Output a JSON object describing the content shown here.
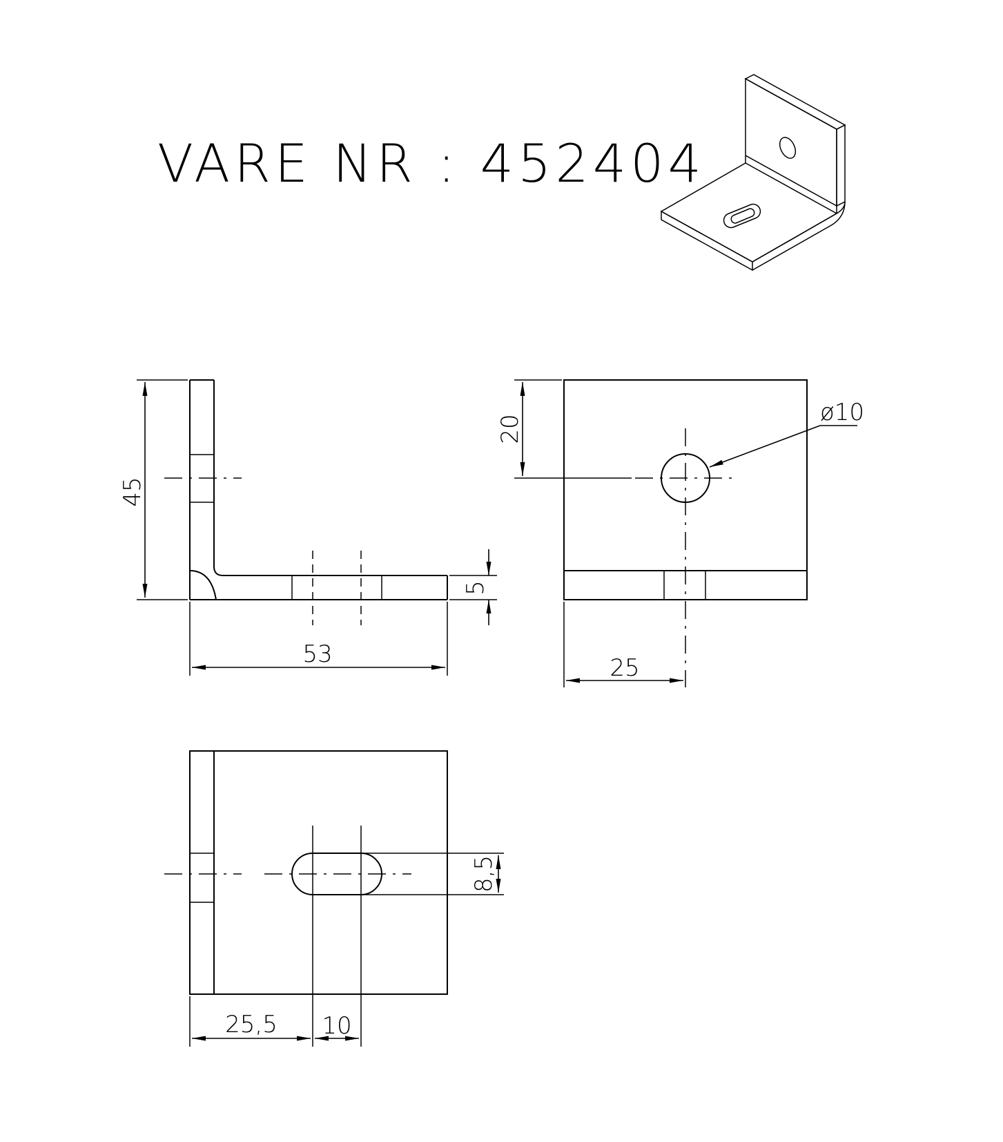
{
  "title": "VARE NR : 452404",
  "dimensions": {
    "height_45": "45",
    "thickness_5": "5",
    "length_53": "53",
    "hole_from_top_20": "20",
    "hole_diameter": "ø10",
    "hole_from_side_25": "25",
    "slot_width": "8,5",
    "slot_offset": "25,5",
    "slot_length": "10"
  }
}
